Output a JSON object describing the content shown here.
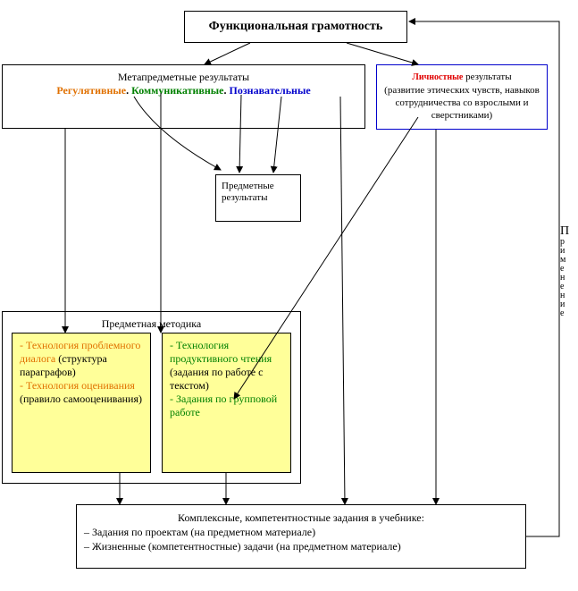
{
  "top": {
    "title": "Функциональная грамотность"
  },
  "meta": {
    "title": "Метапредметные результаты",
    "reg": "Регулятивные",
    "sep1": ". ",
    "comm": "Коммуникативные",
    "sep2": ". ",
    "cog": "Познавательные"
  },
  "personal": {
    "word": "Личностные",
    "rest": " результаты",
    "desc": "(развитие этических чувств, навыков сотрудничества со взрослыми и сверстниками)"
  },
  "subject_results": {
    "text": "Предметные результаты"
  },
  "methodology": {
    "title": "Предметная методика",
    "left": {
      "item1_title": "- Технология проблемного диалога",
      "item1_note": " (структура параграфов)",
      "item2_title": "- Технология оценивания",
      "item2_note": " (правило самооценивания)"
    },
    "right": {
      "item1_title": "- Технология продуктивного чтения",
      "item1_note": " (задания по работе с текстом)",
      "item2_title": "- Задания по групповой работе"
    }
  },
  "tasks": {
    "title": "Комплексные, компетентностные задания в учебнике:",
    "items": [
      "Задания по проектам (на предметном материале)",
      "Жизненные (компетентностные) задачи  (на предметном материале)"
    ],
    "bullet": "–"
  },
  "side_label": {
    "chars": [
      "П",
      "р",
      "и",
      "м",
      "е",
      "н",
      "е",
      "н",
      "и",
      "е"
    ]
  },
  "colors": {
    "regulative": "#e07000",
    "communicative": "#008000",
    "cognitive": "#0000cc",
    "personal_word": "#e00000",
    "personal_border": "#0000cc",
    "sticky": "#ffff99"
  }
}
